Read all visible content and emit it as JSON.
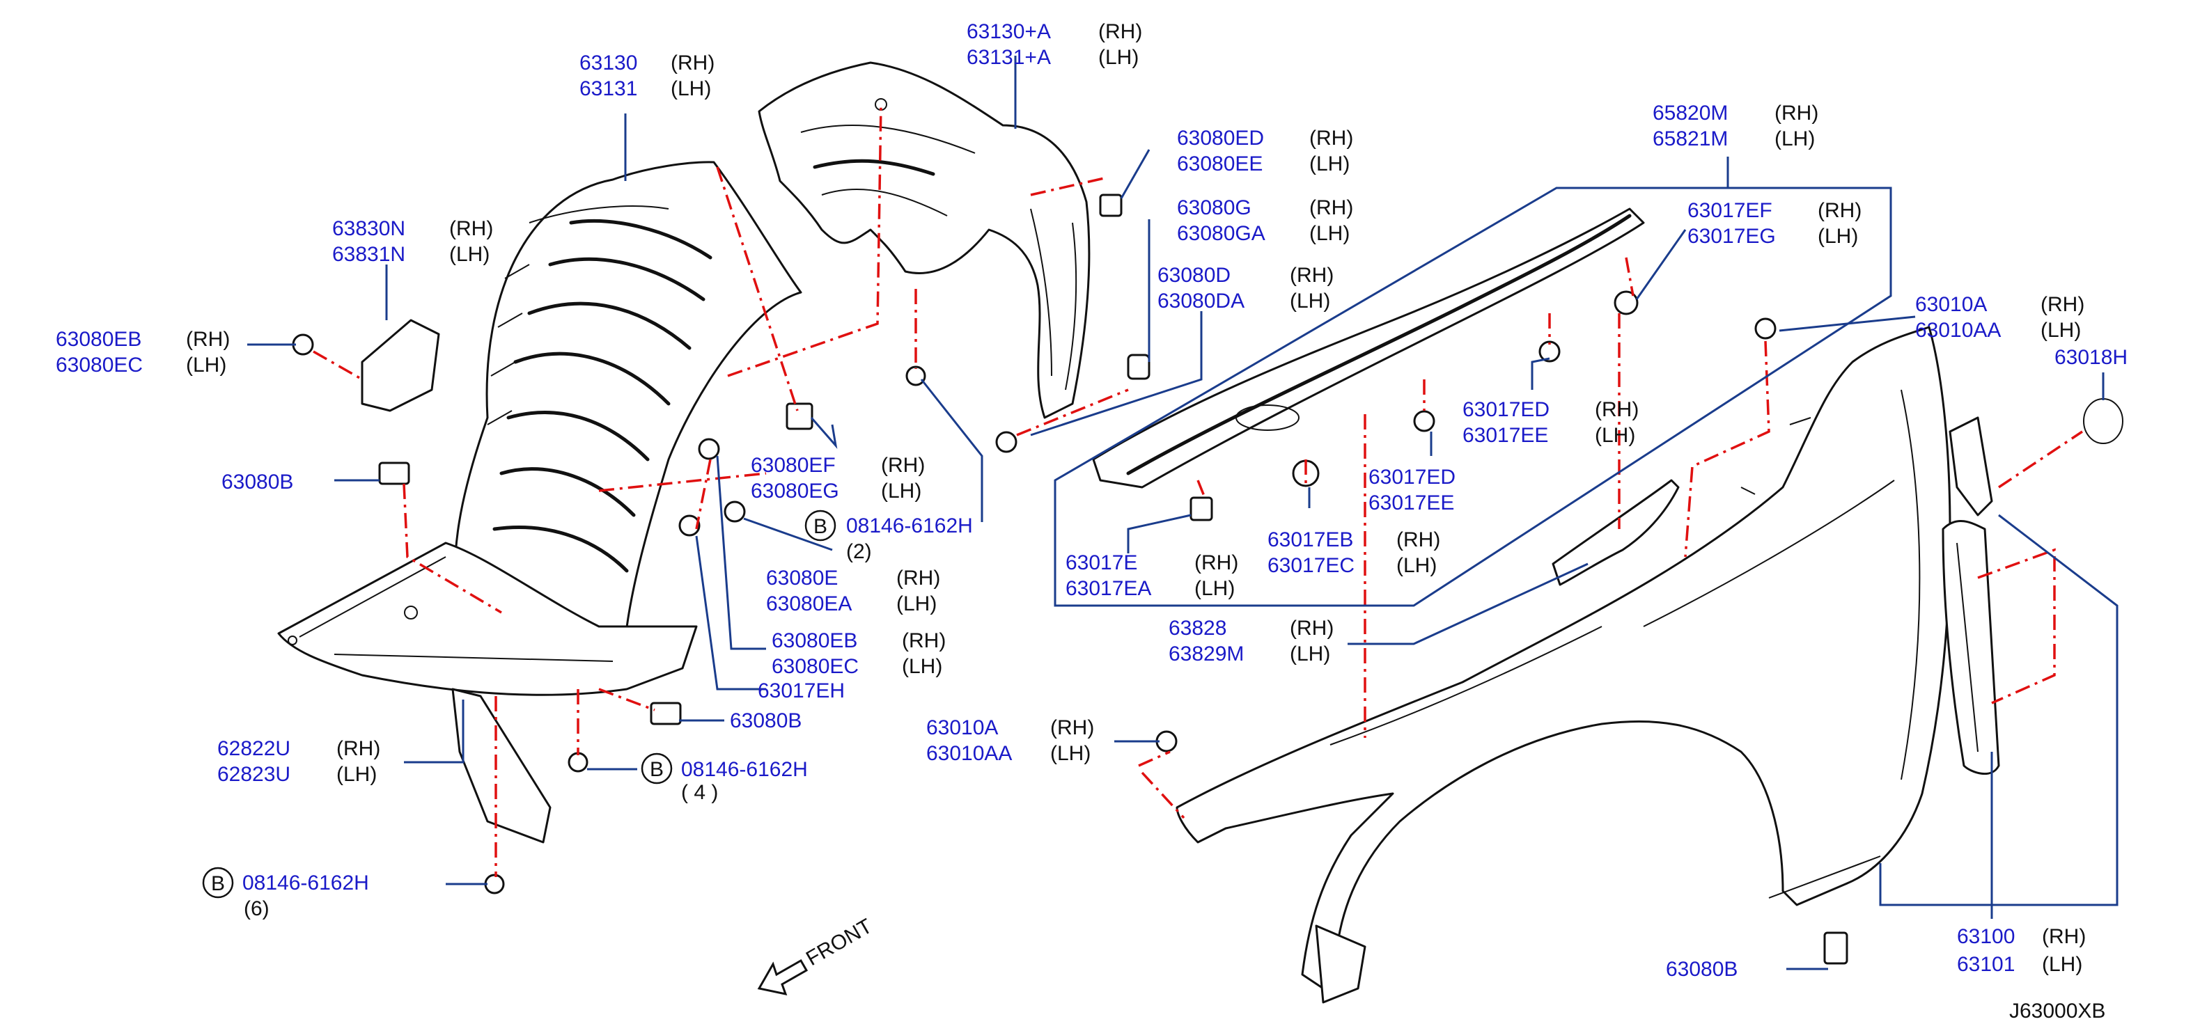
{
  "colors": {
    "part_number": "#1a1ac8",
    "leader": "#1a3c8c",
    "centerline": "#e01010",
    "drawing": "#111111"
  },
  "diagram_code": "J63000XB",
  "front_label": "FRONT",
  "bolt_symbol": "B",
  "callouts": {
    "c63130": {
      "pn1": "63130",
      "pn2": "63131",
      "s1": "(RH)",
      "s2": "(LH)"
    },
    "c63130A": {
      "pn1": "63130+A",
      "pn2": "63131+A",
      "s1": "(RH)",
      "s2": "(LH)"
    },
    "c63830N": {
      "pn1": "63830N",
      "pn2": "63831N",
      "s1": "(RH)",
      "s2": "(LH)"
    },
    "c63080EB_left": {
      "pn1": "63080EB",
      "pn2": "63080EC",
      "s1": "(RH)",
      "s2": "(LH)"
    },
    "c63080B_upper": {
      "pn1": "63080B"
    },
    "c63080ED": {
      "pn1": "63080ED",
      "pn2": "63080EE",
      "s1": "(RH)",
      "s2": "(LH)"
    },
    "c63080G": {
      "pn1": "63080G",
      "pn2": "63080GA",
      "s1": "(RH)",
      "s2": "(LH)"
    },
    "c63080D": {
      "pn1": "63080D",
      "pn2": "63080DA",
      "s1": "(RH)",
      "s2": "(LH)"
    },
    "c63080EF": {
      "pn1": "63080EF",
      "pn2": "63080EG",
      "s1": "(RH)",
      "s2": "(LH)"
    },
    "c08146_upper": {
      "pn1": "08146-6162H",
      "qty": "(2)"
    },
    "c63080E": {
      "pn1": "63080E",
      "pn2": "63080EA",
      "s1": "(RH)",
      "s2": "(LH)"
    },
    "c63080EB_mid": {
      "pn1": "63080EB",
      "pn2": "63080EC",
      "s1": "(RH)",
      "s2": "(LH)"
    },
    "c63017EH": {
      "pn1": "63017EH"
    },
    "c63080B_mid": {
      "pn1": "63080B"
    },
    "c62822U": {
      "pn1": "62822U",
      "pn2": "62823U",
      "s1": "(RH)",
      "s2": "(LH)"
    },
    "c08146_mid": {
      "pn1": "08146-6162H",
      "qty": "( 4 )"
    },
    "c08146_low": {
      "pn1": "08146-6162H",
      "qty": "(6)"
    },
    "c65820M": {
      "pn1": "65820M",
      "pn2": "65821M",
      "s1": "(RH)",
      "s2": "(LH)"
    },
    "c63017EF": {
      "pn1": "63017EF",
      "pn2": "63017EG",
      "s1": "(RH)",
      "s2": "(LH)"
    },
    "c63010A_upper": {
      "pn1": "63010A",
      "pn2": "63010AA",
      "s1": "(RH)",
      "s2": "(LH)"
    },
    "c63018H": {
      "pn1": "63018H"
    },
    "c63017ED_a": {
      "pn1": "63017ED",
      "pn2": "63017EE",
      "s1": "(RH)",
      "s2": "(LH)"
    },
    "c63017ED_b": {
      "pn1": "63017ED",
      "pn2": "63017EE"
    },
    "c63017E": {
      "pn1": "63017E",
      "pn2": "63017EA",
      "s1": "(RH)",
      "s2": "(LH)"
    },
    "c63017EB": {
      "pn1": "63017EB",
      "pn2": "63017EC",
      "s1": "(RH)",
      "s2": "(LH)"
    },
    "c63828": {
      "pn1": "63828",
      "pn2": "63829M",
      "s1": "(RH)",
      "s2": "(LH)"
    },
    "c63010A_lower": {
      "pn1": "63010A",
      "pn2": "63010AA",
      "s1": "(RH)",
      "s2": "(LH)"
    },
    "c63100": {
      "pn1": "63100",
      "pn2": "63101",
      "s1": "(RH)",
      "s2": "(LH)"
    },
    "c63080B_lower": {
      "pn1": "63080B"
    }
  }
}
